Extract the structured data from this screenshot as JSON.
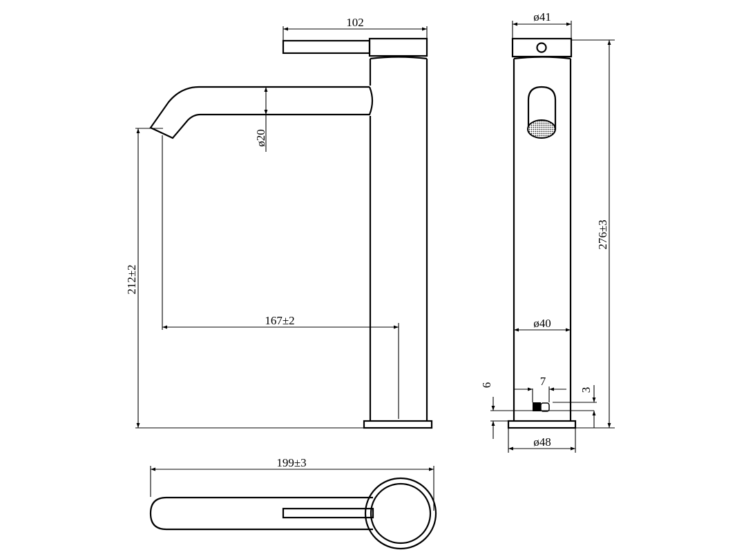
{
  "dimensions": {
    "side_handle_length": "102",
    "spout_diameter": "ø20",
    "spout_height": "212±2",
    "spout_reach": "167±2",
    "cap_diameter": "ø41",
    "total_height": "276±3",
    "body_diameter": "ø40",
    "base_diameter": "ø48",
    "fixing_width": "7",
    "fixing_height": "6",
    "fixing_offset": "3",
    "top_length": "199±3"
  },
  "colors": {
    "line": "#000000",
    "background": "#ffffff"
  }
}
